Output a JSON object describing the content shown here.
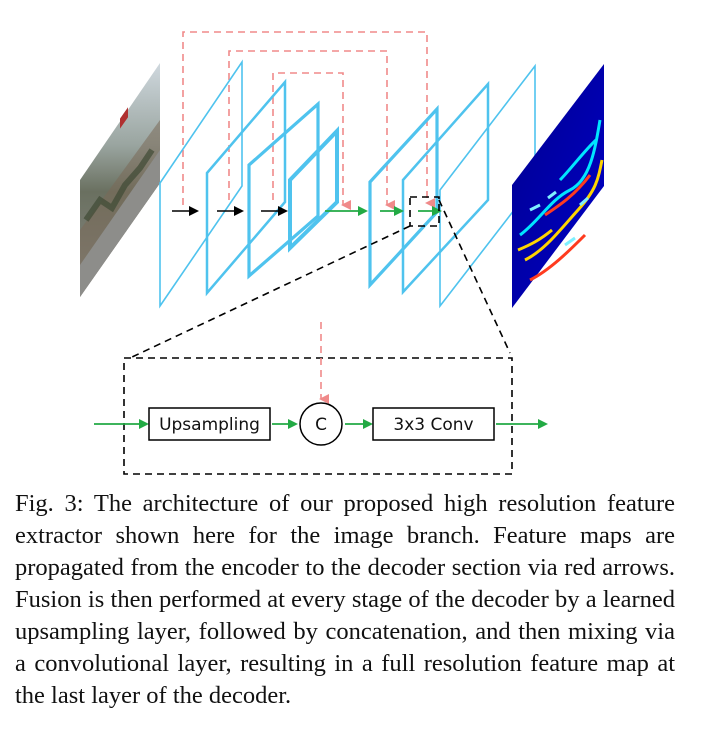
{
  "diagram": {
    "blocks": {
      "upsampling": "Upsampling",
      "concat": "C",
      "conv": "3x3 Conv"
    },
    "colors": {
      "feature_map": "#4FC3EE",
      "skip_arrow": "#F08A8A",
      "encoder_arrow": "#000000",
      "decoder_arrow": "#22AA44",
      "zoom_box": "#000000"
    },
    "input_image": "street-scene-photo",
    "output_image": "jet-colormap-feature-map"
  },
  "caption": {
    "text": "Fig. 3: The architecture of our proposed high resolution feature extractor shown here for the image branch. Feature maps are propagated from the encoder to the decoder section via red arrows. Fusion is then performed at every stage of the decoder by a learned upsampling layer, followed by concatenation, and then mixing via a convolutional layer, resulting in a full resolution feature map at the last layer of the decoder."
  }
}
